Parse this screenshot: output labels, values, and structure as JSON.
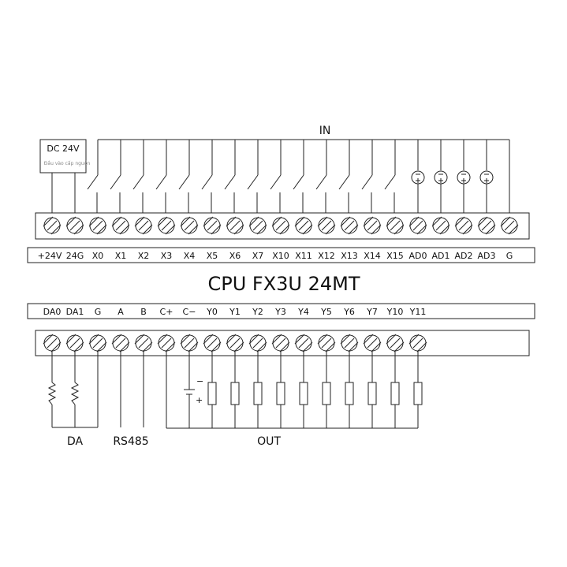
{
  "title": "CPU FX3U 24MT",
  "top": {
    "section_label": "IN",
    "power_box": {
      "label": "DC  24V",
      "sublabel": "Đầu vào cấp nguồn"
    },
    "labels": [
      "+24V",
      "24G",
      "X0",
      "X1",
      "X2",
      "X3",
      "X4",
      "X5",
      "X6",
      "X7",
      "X10",
      "X11",
      "X12",
      "X13",
      "X14",
      "X15",
      "AD0",
      "AD1",
      "AD2",
      "AD3",
      "G"
    ]
  },
  "bottom": {
    "labels": [
      "DA0",
      "DA1",
      "G",
      "A",
      "B",
      "C+",
      "C−",
      "Y0",
      "Y1",
      "Y2",
      "Y3",
      "Y4",
      "Y5",
      "Y6",
      "Y7",
      "Y10",
      "Y11"
    ],
    "groups": {
      "da": "DA",
      "rs485": "RS485",
      "out": "OUT"
    },
    "battery_minus": "−",
    "battery_plus": "+"
  },
  "colors": {
    "line": "#222222",
    "text": "#111111"
  }
}
